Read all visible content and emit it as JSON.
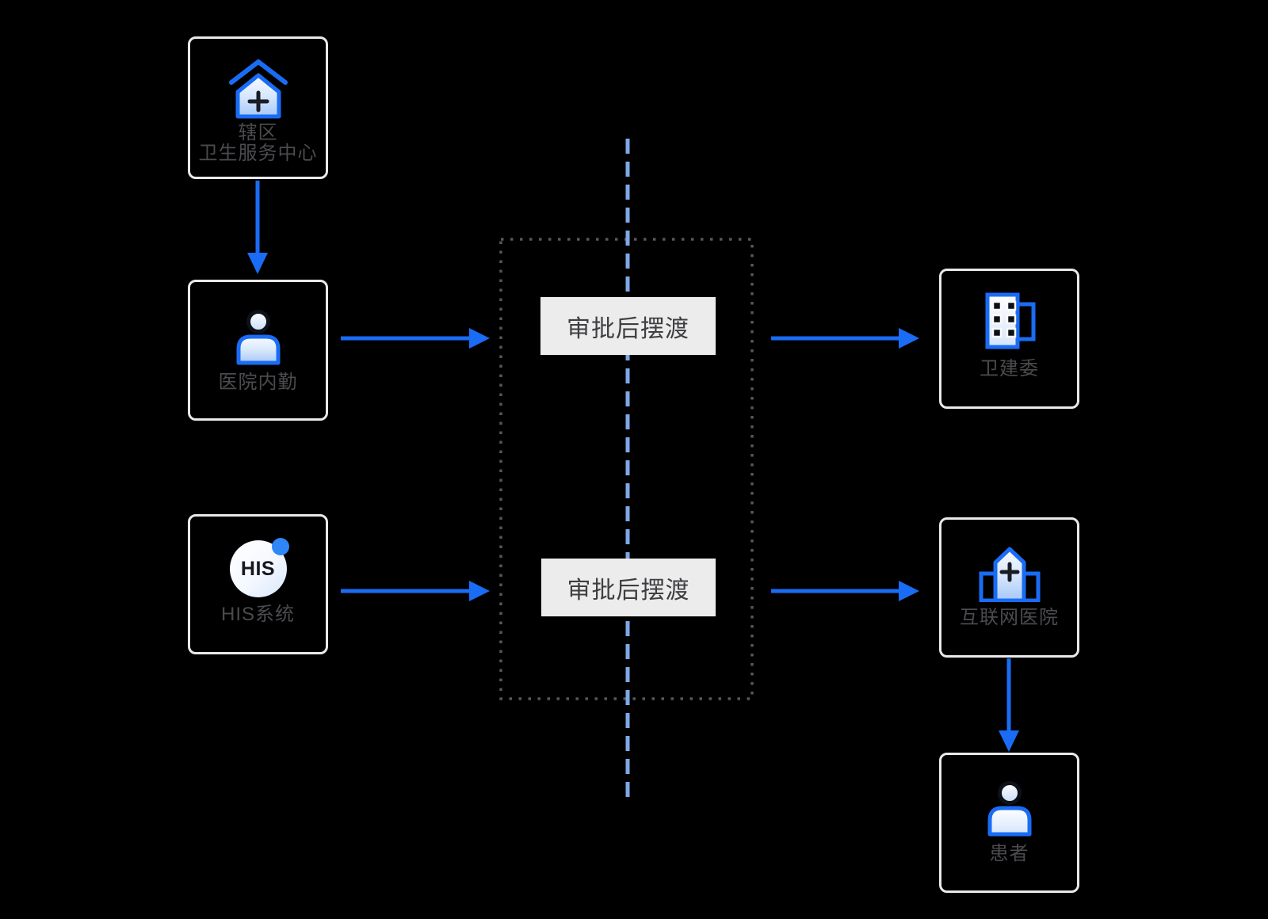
{
  "diagram": {
    "nodes": [
      {
        "id": "community-health-center",
        "icon": "community-health-center-icon",
        "label_lines": [
          "辖区",
          "卫生服务中心"
        ]
      },
      {
        "id": "hospital-staff",
        "icon": "hospital-staff-icon",
        "label_lines": [
          "医院内勤"
        ]
      },
      {
        "id": "his-system",
        "icon": "his-system-icon",
        "icon_text": "HIS",
        "label_lines": [
          "HIS系统"
        ]
      },
      {
        "id": "health-commission",
        "icon": "government-building-icon",
        "label_lines": [
          "卫建委"
        ]
      },
      {
        "id": "internet-hospital",
        "icon": "internet-hospital-icon",
        "label_lines": [
          "互联网医院"
        ]
      },
      {
        "id": "patient",
        "icon": "patient-icon",
        "label_lines": [
          "患者"
        ]
      }
    ],
    "ferry_labels": [
      {
        "text": "审批后摆渡"
      },
      {
        "text": "审批后摆渡"
      }
    ],
    "colors": {
      "background": "#000000",
      "arrow_blue": "#1a6cf4",
      "dashed_divider_blue": "#7fa9e6",
      "dotted_border_gray": "#575757",
      "node_border": "#e9e9e9",
      "node_label_text": "#4b4b4f",
      "ferry_label_bg": "#ececec",
      "ferry_label_text": "#3f3f42",
      "icon_accent_blue": "#1a6cf4",
      "his_dot_blue": "#2e86f7"
    }
  }
}
